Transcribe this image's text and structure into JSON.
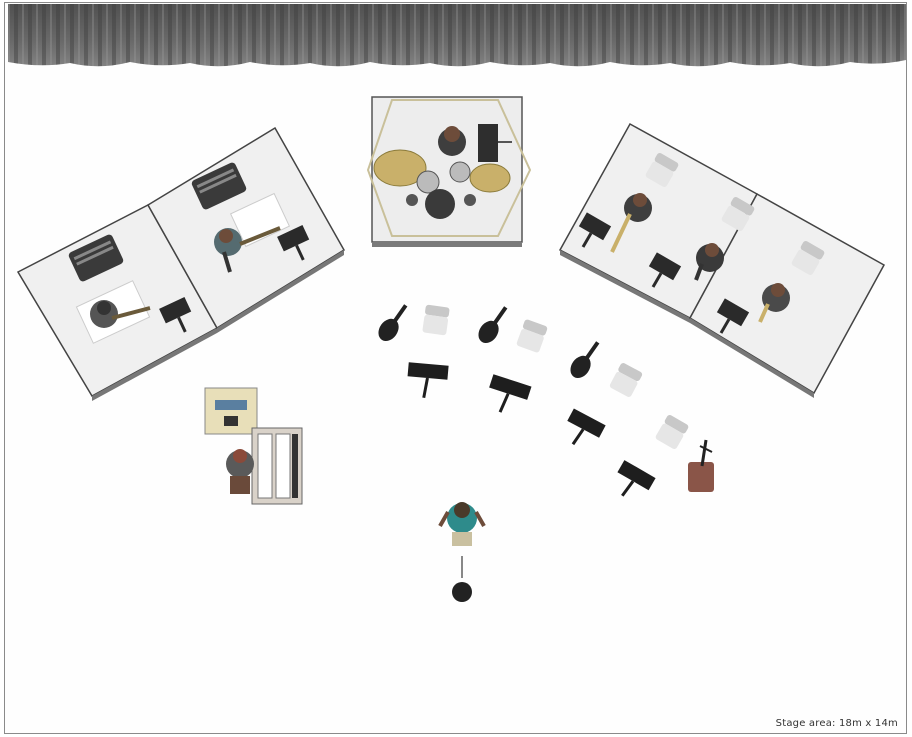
{
  "stage": {
    "area_label": "Stage area: 18m x 14m",
    "curtain_color": "#5b5b5b",
    "riser_color": "#eeeeee",
    "riser_edge_color": "#6b6b6b"
  },
  "risers": [
    {
      "id": "left-riser-front"
    },
    {
      "id": "left-riser-back"
    },
    {
      "id": "drum-riser"
    },
    {
      "id": "right-riser-back"
    },
    {
      "id": "right-riser-front"
    }
  ],
  "items": {
    "musicians": [
      "drummer",
      "guitarist-1",
      "guitarist-2",
      "trombone-player",
      "horn-player-1",
      "horn-player-2",
      "keyboard-player",
      "conductor"
    ],
    "amplifiers": 3,
    "chairs": 7,
    "music_stands": 9,
    "string_instruments": 3
  }
}
